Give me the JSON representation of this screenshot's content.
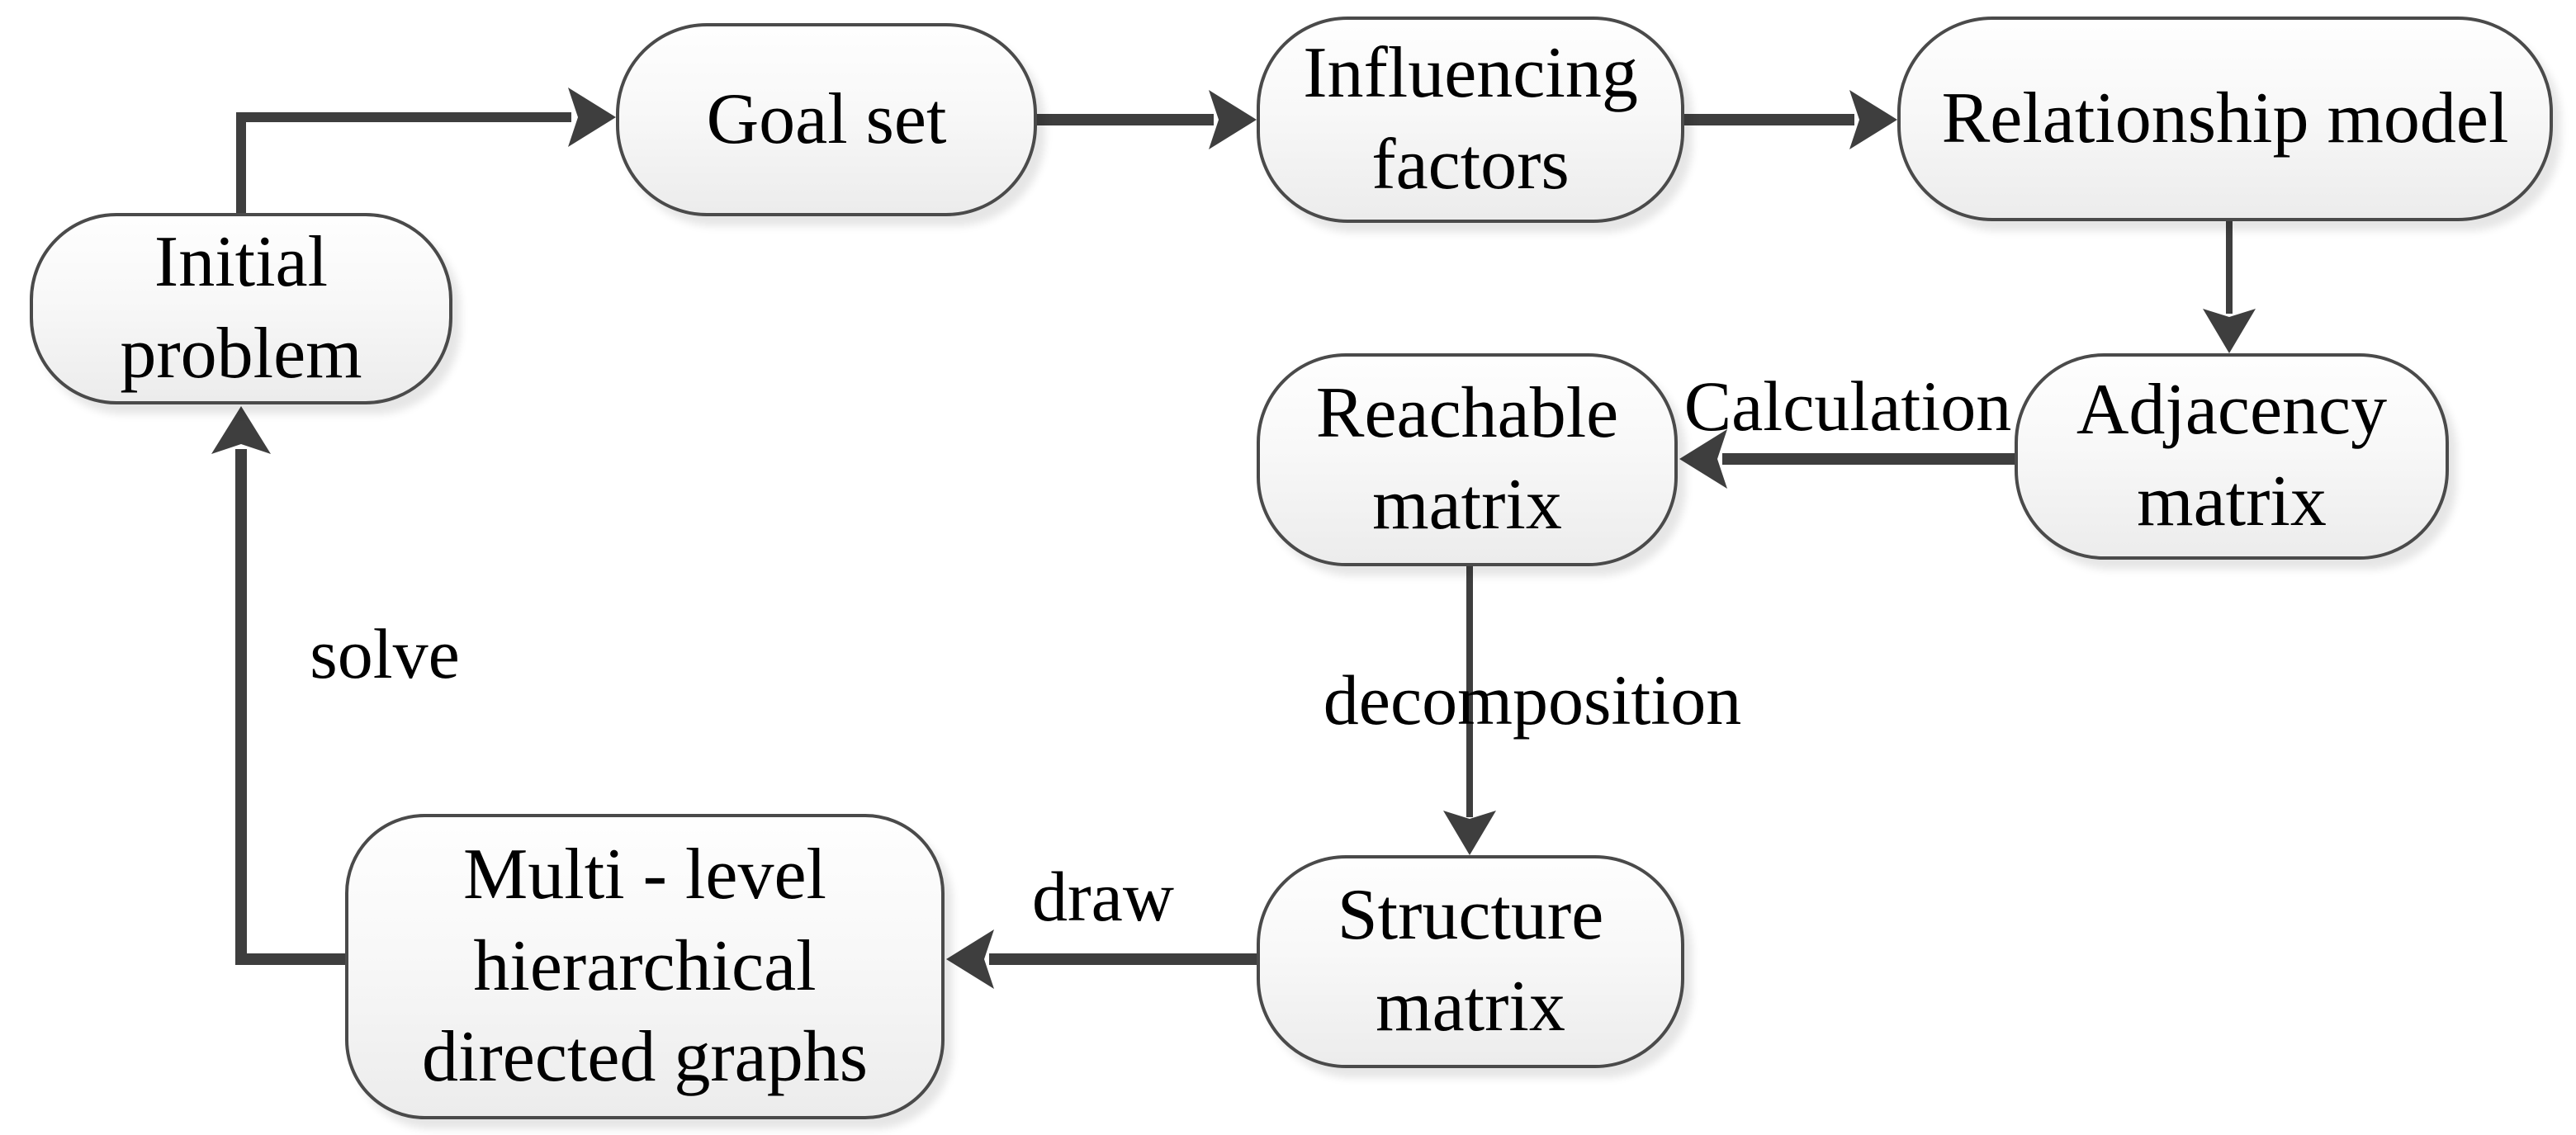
{
  "diagram": {
    "nodes": {
      "initial_problem": [
        "Initial",
        "problem"
      ],
      "goal_set": "Goal set",
      "influencing_factors": [
        "Influencing",
        "factors"
      ],
      "relationship_model": "Relationship model",
      "adjacency_matrix": [
        "Adjacency",
        "matrix"
      ],
      "reachable_matrix": [
        "Reachable",
        "matrix"
      ],
      "structure_matrix": [
        "Structure",
        "matrix"
      ],
      "multi_level_graphs": [
        "Multi - level",
        "hierarchical",
        "directed graphs"
      ]
    },
    "edge_labels": {
      "calculation": "Calculation",
      "decomposition": "decomposition",
      "draw": "draw",
      "solve": "solve"
    },
    "colors": {
      "line": "#3e3e3e",
      "node_border": "#4a4a4a",
      "node_fill_top": "#fefefe",
      "node_fill_bottom": "#ececec",
      "text": "#000000",
      "background": "#ffffff"
    }
  }
}
